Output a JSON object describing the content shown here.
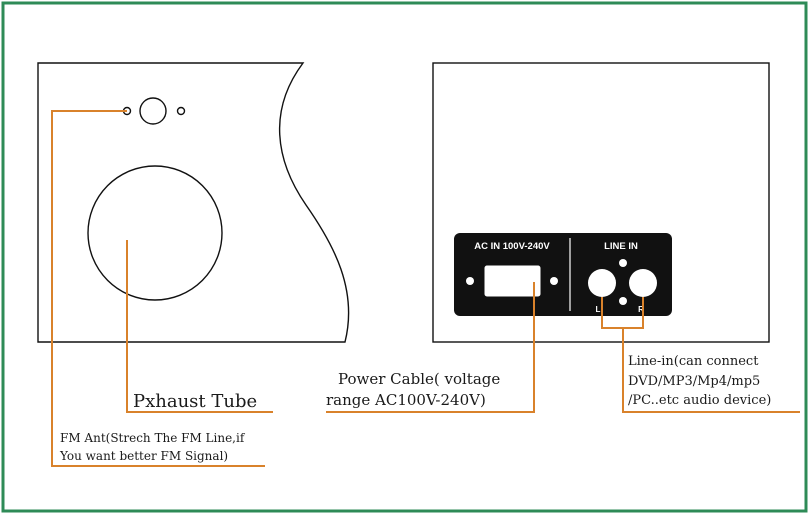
{
  "colors": {
    "frame": "#2e8b57",
    "leader": "#d9822b",
    "panel": "#111111",
    "text": "#1a1a1a"
  },
  "panel": {
    "ac_in": "AC IN 100V-240V",
    "line_in": "LINE IN",
    "left_jack": "L",
    "right_jack": "R"
  },
  "labels": {
    "exhaust_tube": "Pxhaust Tube",
    "fm_ant": [
      "FM Ant(Strech  The FM Line,if",
      "You want better  FM Signal)"
    ],
    "power_cable": [
      "Power Cable( voltage",
      "range AC100V-240V)"
    ],
    "line_in": [
      "Line-in(can connect",
      "DVD/MP3/Mp4/mp5",
      "/PC..etc audio device)"
    ]
  }
}
